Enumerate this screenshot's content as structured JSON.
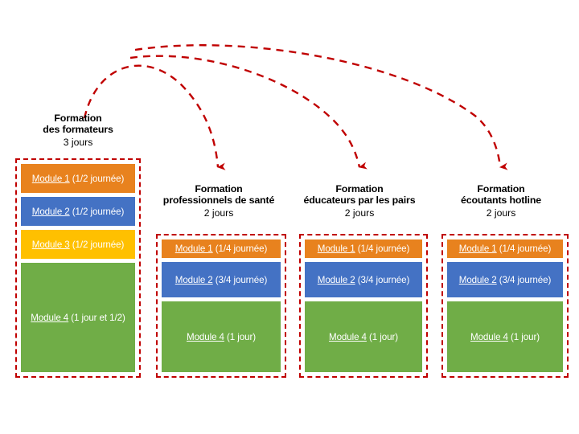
{
  "diagram": {
    "title_hidden": "",
    "colors": {
      "module_orange": "#E8821E",
      "module_blue": "#4472C4",
      "module_yellow": "#FFC000",
      "module_green": "#70AD47",
      "dashed_border": "#C00000",
      "background": "#FFFFFF",
      "text_dark": "#000000",
      "text_light": "#FFFFFF"
    },
    "columns": [
      {
        "id": "formation-des-formateurs",
        "header_lines": [
          "Formation",
          "des formateurs"
        ],
        "duration": "3 jours",
        "modules": [
          {
            "name": "Module 1",
            "duration": "(1/2 journée)",
            "color": "orange"
          },
          {
            "name": "Module 2",
            "duration": "(1/2 journée)",
            "color": "blue"
          },
          {
            "name": "Module 3",
            "duration": "(1/2 journée)",
            "color": "yellow"
          },
          {
            "name": "Module 4",
            "duration": "(1 jour et 1/2)",
            "color": "green"
          }
        ]
      },
      {
        "id": "formation-professionnels-de-sante",
        "header_lines": [
          "Formation",
          "professionnels de santé"
        ],
        "duration": "2 jours",
        "modules": [
          {
            "name": "Module 1",
            "duration": "(1/4 journée)",
            "color": "orange"
          },
          {
            "name": "Module 2",
            "duration": "(3/4 journée)",
            "color": "blue"
          },
          {
            "name": "Module 4",
            "duration": "(1 jour)",
            "color": "green"
          }
        ]
      },
      {
        "id": "formation-educateurs-par-les-pairs",
        "header_lines": [
          "Formation",
          "éducateurs par les pairs"
        ],
        "duration": "2 jours",
        "modules": [
          {
            "name": "Module 1",
            "duration": "(1/4 journée)",
            "color": "orange"
          },
          {
            "name": "Module 2",
            "duration": "(3/4 journée)",
            "color": "blue"
          },
          {
            "name": "Module 4",
            "duration": "(1 jour)",
            "color": "green"
          }
        ]
      },
      {
        "id": "formation-ecoutants-hotline",
        "header_lines": [
          "Formation",
          "écoutants hotline"
        ],
        "duration": "2 jours",
        "modules": [
          {
            "name": "Module 1",
            "duration": "(1/4 journée)",
            "color": "orange"
          },
          {
            "name": "Module 2",
            "duration": "(3/4 journée)",
            "color": "blue"
          },
          {
            "name": "Module 4",
            "duration": "(1 jour)",
            "color": "green"
          }
        ]
      }
    ],
    "arrows": [
      {
        "id": "arrow-to-professionnels-de-sante",
        "from": "formation-des-formateurs",
        "to": "formation-professionnels-de-sante"
      },
      {
        "id": "arrow-to-educateurs-par-les-pairs",
        "from": "formation-des-formateurs",
        "to": "formation-educateurs-par-les-pairs"
      },
      {
        "id": "arrow-to-ecoutants-hotline",
        "from": "formation-des-formateurs",
        "to": "formation-ecoutants-hotline"
      }
    ]
  }
}
